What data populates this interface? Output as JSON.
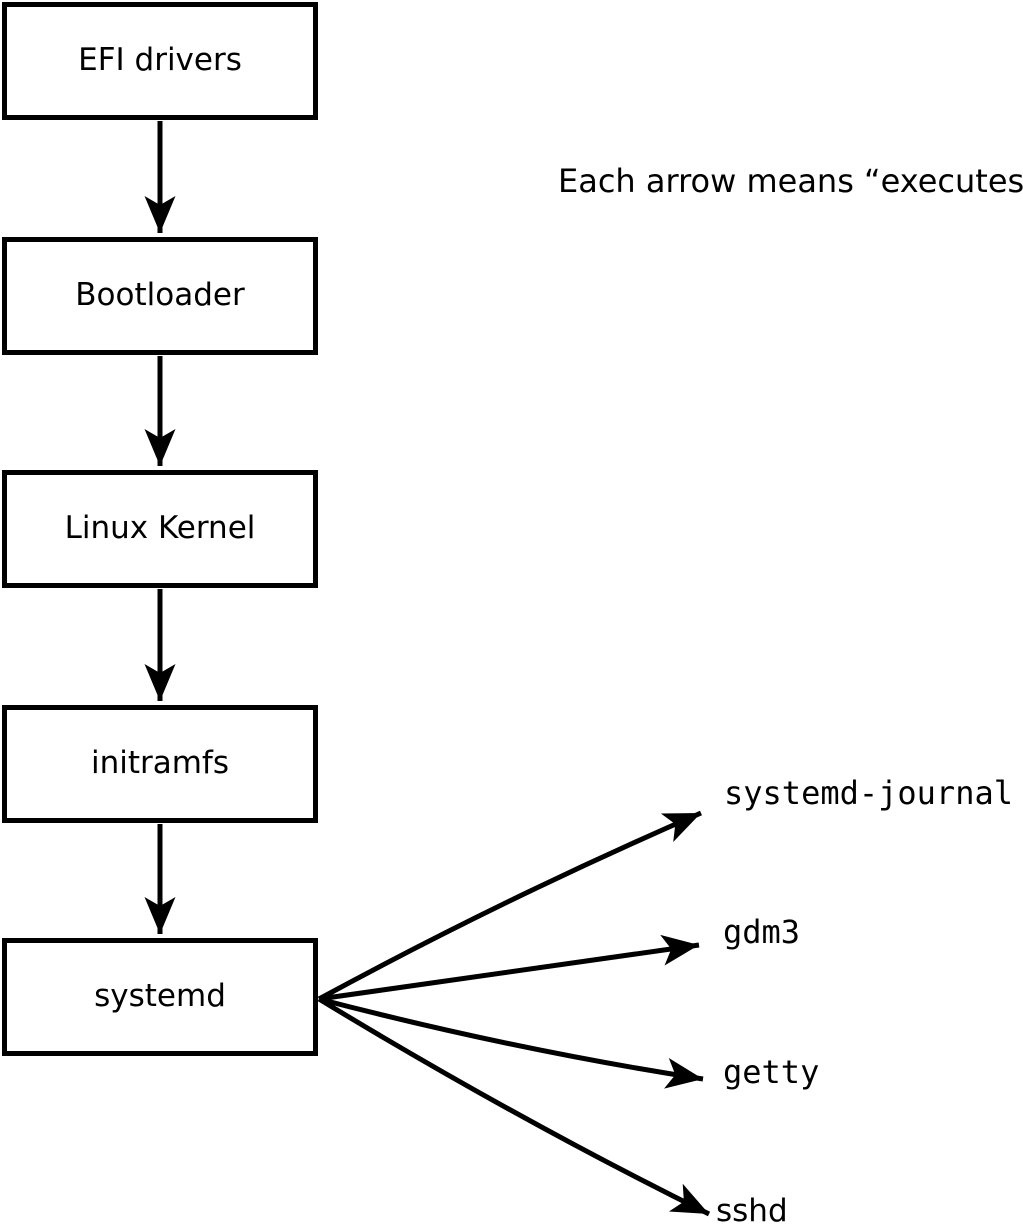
{
  "annotation": {
    "text": "Each arrow means “executes”."
  },
  "flow": {
    "boxes": [
      {
        "label": "EFI drivers"
      },
      {
        "label": "Bootloader"
      },
      {
        "label": "Linux Kernel"
      },
      {
        "label": "initramfs"
      },
      {
        "label": "systemd"
      }
    ]
  },
  "spawned": {
    "items": [
      {
        "label": "systemd-journal"
      },
      {
        "label": "gdm3"
      },
      {
        "label": "getty"
      },
      {
        "label": "sshd"
      }
    ]
  },
  "colors": {
    "line": "#000000",
    "background": "#ffffff",
    "box_fill": "#ffffff"
  }
}
